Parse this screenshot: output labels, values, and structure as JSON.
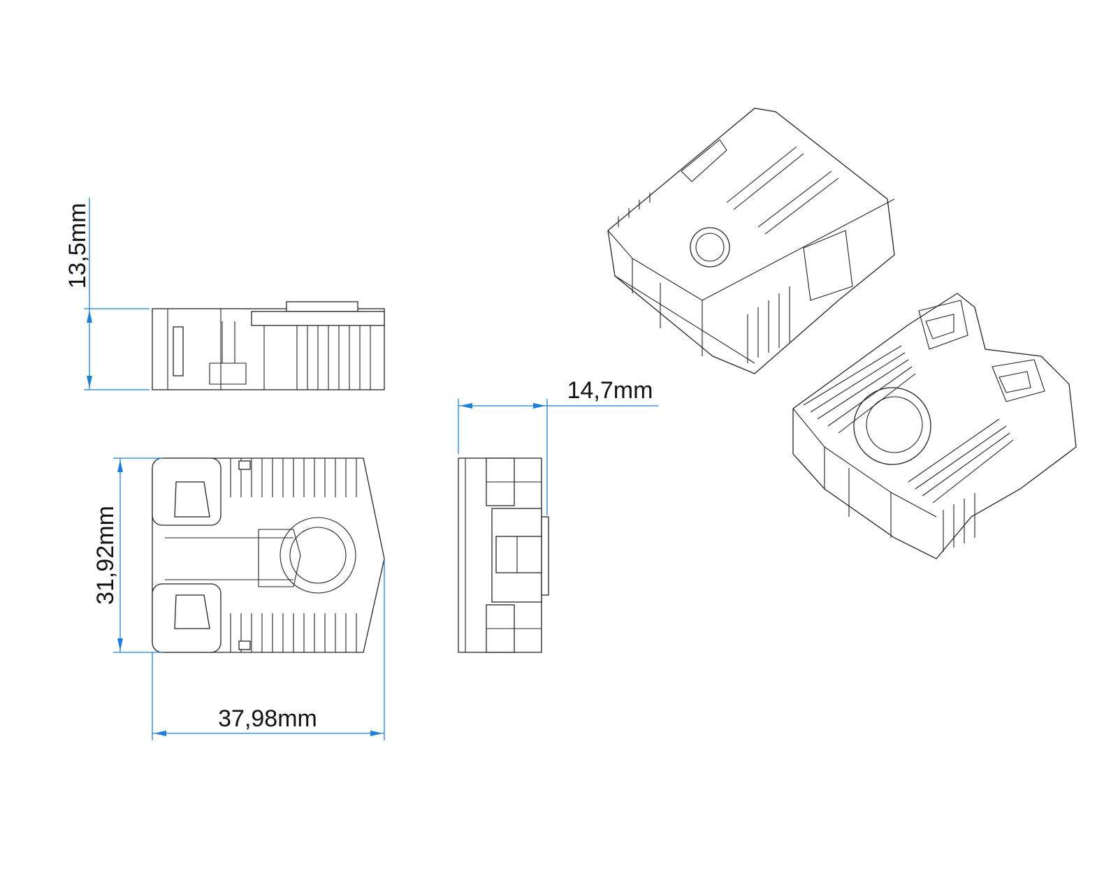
{
  "drawing": {
    "dimensions": {
      "height": "13,5mm",
      "depth": "31,92mm",
      "width": "37,98mm",
      "thickness": "14,7mm"
    },
    "colors": {
      "dimension_line": "#1e7fd8",
      "outline": "#222222"
    }
  }
}
